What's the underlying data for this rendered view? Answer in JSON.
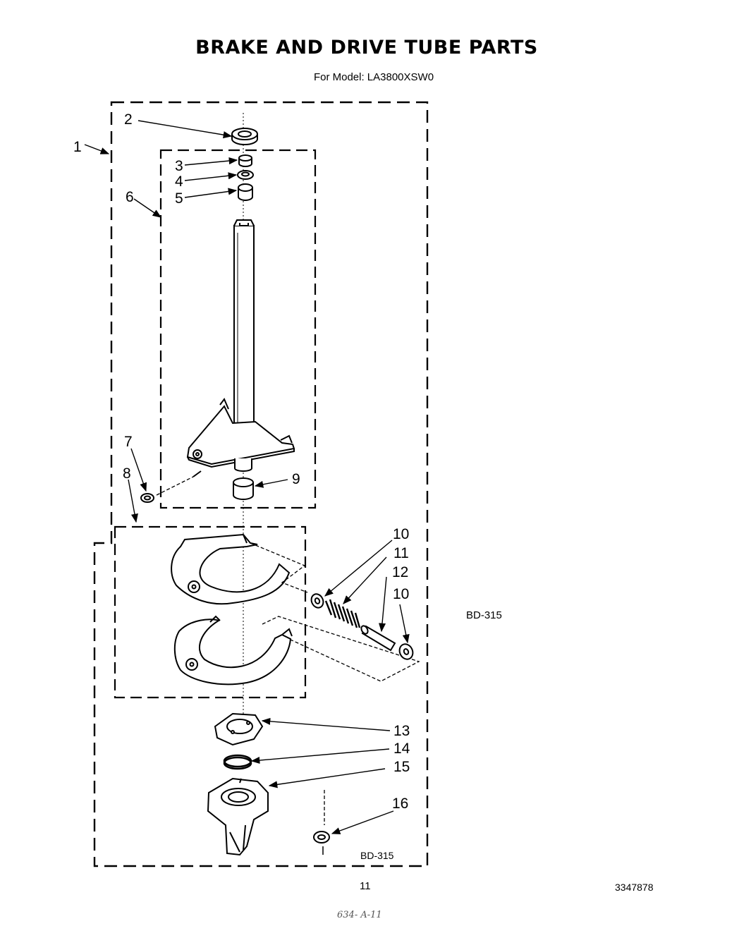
{
  "header": {
    "title": "BRAKE AND DRIVE TUBE PARTS",
    "model_line": "For Model: LA3800XSW0"
  },
  "diagram_code_side": "BD-315",
  "diagram_code_inner": "BD-315",
  "footer": {
    "page_number": "11",
    "document_number": "3347878",
    "handwritten_note": "634- A-11"
  },
  "callouts": [
    "1",
    "2",
    "3",
    "4",
    "5",
    "6",
    "7",
    "8",
    "9",
    "10",
    "11",
    "12",
    "10",
    "13",
    "14",
    "15",
    "16"
  ]
}
